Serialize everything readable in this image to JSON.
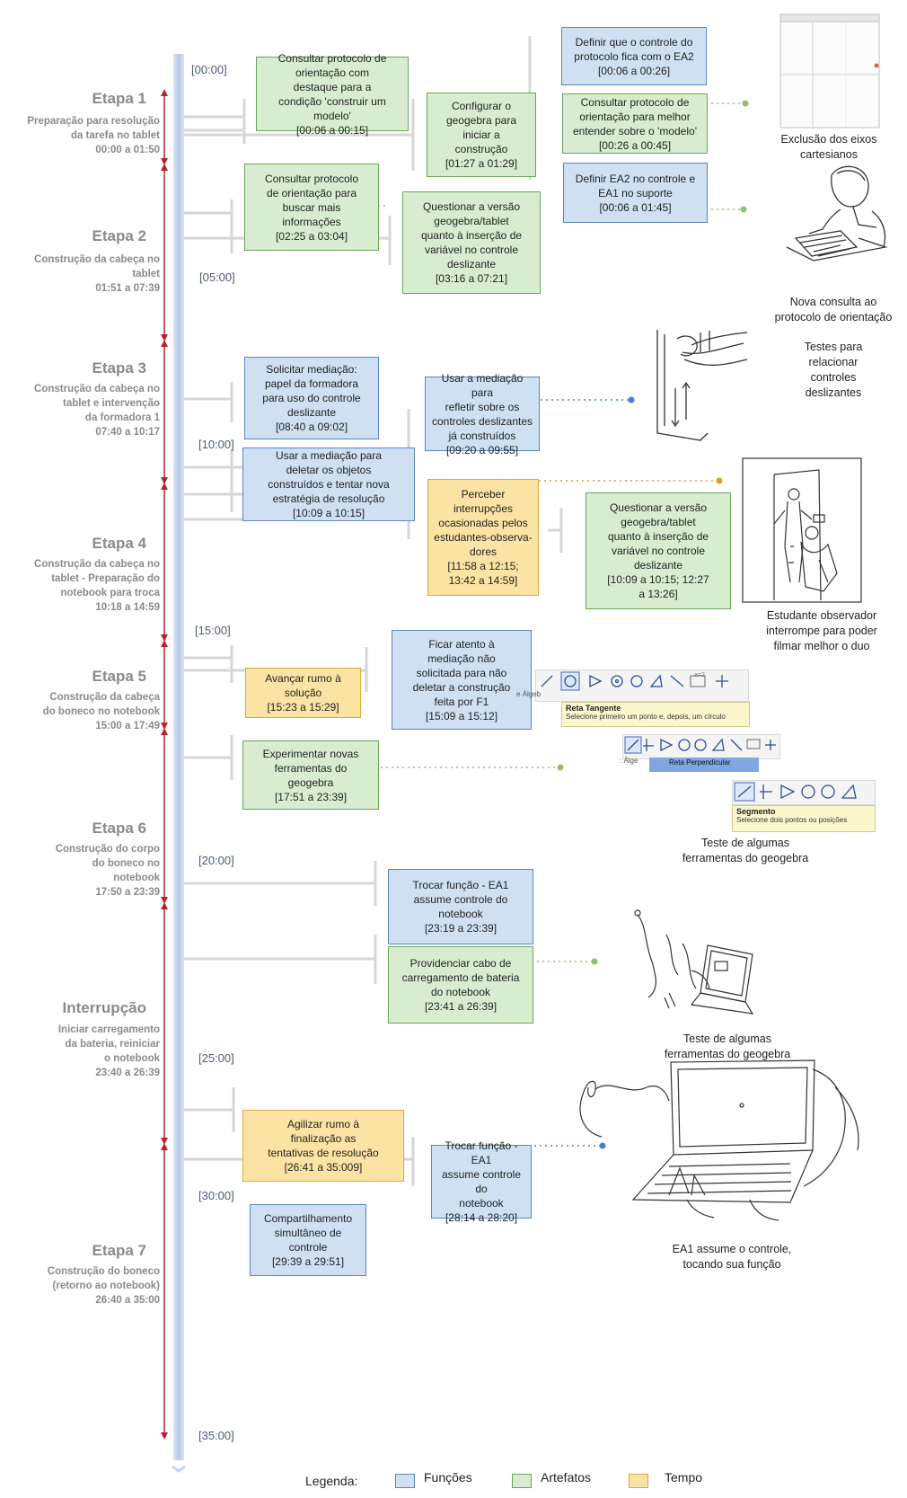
{
  "stages": [
    {
      "title": "Etapa 1",
      "desc": "Preparação para resolução\nda tarefa no tablet\n00:00 a 01:50"
    },
    {
      "title": "Etapa 2",
      "desc": "Construção da cabeça no\ntablet\n01:51 a 07:39"
    },
    {
      "title": "Etapa 3",
      "desc": "Construção da cabeça no\ntablet e  intervenção\nda formadora 1\n07:40 a 10:17"
    },
    {
      "title": "Etapa 4",
      "desc": "Construção da cabeça no\ntablet - Preparação do\nnotebook para troca\n10:18 a 14:59"
    },
    {
      "title": "Etapa 5",
      "desc": "Construção da cabeça\ndo boneco no notebook\n15:00 a 17:49"
    },
    {
      "title": "Etapa 6",
      "desc": "Construção do corpo\ndo boneco no\nnotebook\n17:50 a 23:39"
    },
    {
      "title": "Interrupção",
      "desc": "Iniciar carregamento\nda bateria, reiniciar\no notebook\n23:40 a 26:39"
    },
    {
      "title": "Etapa 7",
      "desc": "Construção do boneco\n(retorno ao notebook)\n26:40 a 35:00"
    }
  ],
  "ticks": [
    "[00:00]",
    "[05:00]",
    "[10:00]",
    "[15:00]",
    "[20:00]",
    "[25:00]",
    "[30:00]",
    "[35:00]"
  ],
  "boxes": [
    {
      "text": "Consultar protocolo de\norientação com\ndestaque para a\ncondição 'construir um\nmodelo'\n[00:06 a 00:15]"
    },
    {
      "text": "Configurar o\ngeogebra para\niniciar a\nconstrução\n[01:27 a 01:29]"
    },
    {
      "text": "Definir que o controle do\nprotocolo fica com o EA2\n[00:06 a 00:26]"
    },
    {
      "text": "Consultar protocolo de\norientação para melhor\nentender sobre o 'modelo'\n[00:26 a 00:45]"
    },
    {
      "text": "Definir EA2 no controle e\nEA1 no suporte\n[00:06 a 01:45]"
    },
    {
      "text": "Consultar protocolo\nde orientação para\nbuscar mais\ninformações\n[02:25 a 03:04]"
    },
    {
      "text": "Questionar a versão\ngeogebra/tablet\nquanto à inserção de\nvariável no controle\ndeslizante\n[03:16 a 07:21]"
    },
    {
      "text": "Solicitar mediação:\npapel da formadora\npara uso do controle\ndeslizante\n[08:40 a 09:02]"
    },
    {
      "text": "Usar a mediação para\nrefletir sobre os\ncontroles deslizantes\njá construídos\n[09:20 a 09:55]"
    },
    {
      "text": "Usar a mediação para\ndeletar os objetos\nconstruídos e tentar nova\nestratégia de resolução\n[10:09 a 10:15]"
    },
    {
      "text": "Perceber\ninterrupções\nocasionadas pelos\nestudantes-observa-\ndores\n[11:58 a 12:15;\n13:42 a 14:59]"
    },
    {
      "text": "Questionar a versão\ngeogebra/tablet\nquanto à inserção de\nvariável no controle\ndeslizante\n[10:09 a 10:15; 12:27\na 13:26]"
    },
    {
      "text": "Avançar rumo à\nsolução\n[15:23 a 15:29]"
    },
    {
      "text": "Ficar atento à\nmediação não\nsolicitada para não\ndeletar a construção\nfeita por F1\n[15:09 a 15:12]"
    },
    {
      "text": "Experimentar novas\nferramentas do\ngeogebra\n[17:51 a 23:39]"
    },
    {
      "text": "Trocar função - EA1\nassume controle do\nnotebook\n[23:19 a 23:39]"
    },
    {
      "text": "Providenciar cabo de\ncarregamento de bateria\ndo notebook\n[23:41 a 26:39]"
    },
    {
      "text": "Agilizar rumo à\nfinalização as\ntentativas de resolução\n[26:41 a 35:009]"
    },
    {
      "text": "Trocar função - EA1\nassume controle do\nnotebook\n[28:14 a 28:20]"
    },
    {
      "text": "Compartilhamento\nsimultâneo de\ncontrole\n[29:39 a 29:51]"
    }
  ],
  "captions": [
    "Exclusão dos eixos\ncartesianos",
    "Nova consulta ao\nprotocolo de orientação",
    "Testes para\nrelacionar\ncontroles\ndeslizantes",
    "Estudante observador\ninterrompe para poder\nfilmar melhor o duo",
    "Teste de algumas\nferramentas do geogebra",
    "Teste de algumas\nferramentas do geogebra",
    "EA1 assume o controle,\ntocando sua função"
  ],
  "tooltips": {
    "t1_title": "Reta Tangente",
    "t1_text": "Selecione primeiro um ponto e, depois, um círculo",
    "t2_item": "Reta Perpendicular",
    "t3_title": "Segmento",
    "t3_text": "Selecione dois pontos ou posições",
    "alg": "e Álgeb",
    "alg2": ": Álge",
    "n1": "a=2",
    "n2": "a=2"
  },
  "legend": {
    "title": "Legenda:",
    "items": [
      {
        "label": "Funções",
        "color": "#cfe0f3",
        "border": "#5b86c0"
      },
      {
        "label": "Artefatos",
        "color": "#d8edcf",
        "border": "#6aa55a"
      },
      {
        "label": "Tempo",
        "color": "#fbe3a3",
        "border": "#d9a83a"
      }
    ]
  },
  "colors": {
    "timeline": "#b7c9e6",
    "arrow": "#c0202a",
    "connector": "#d4d4d4",
    "dot_green": "#8fc06f",
    "dot_blue": "#4a7fd0",
    "dot_orange": "#d9a02a"
  }
}
